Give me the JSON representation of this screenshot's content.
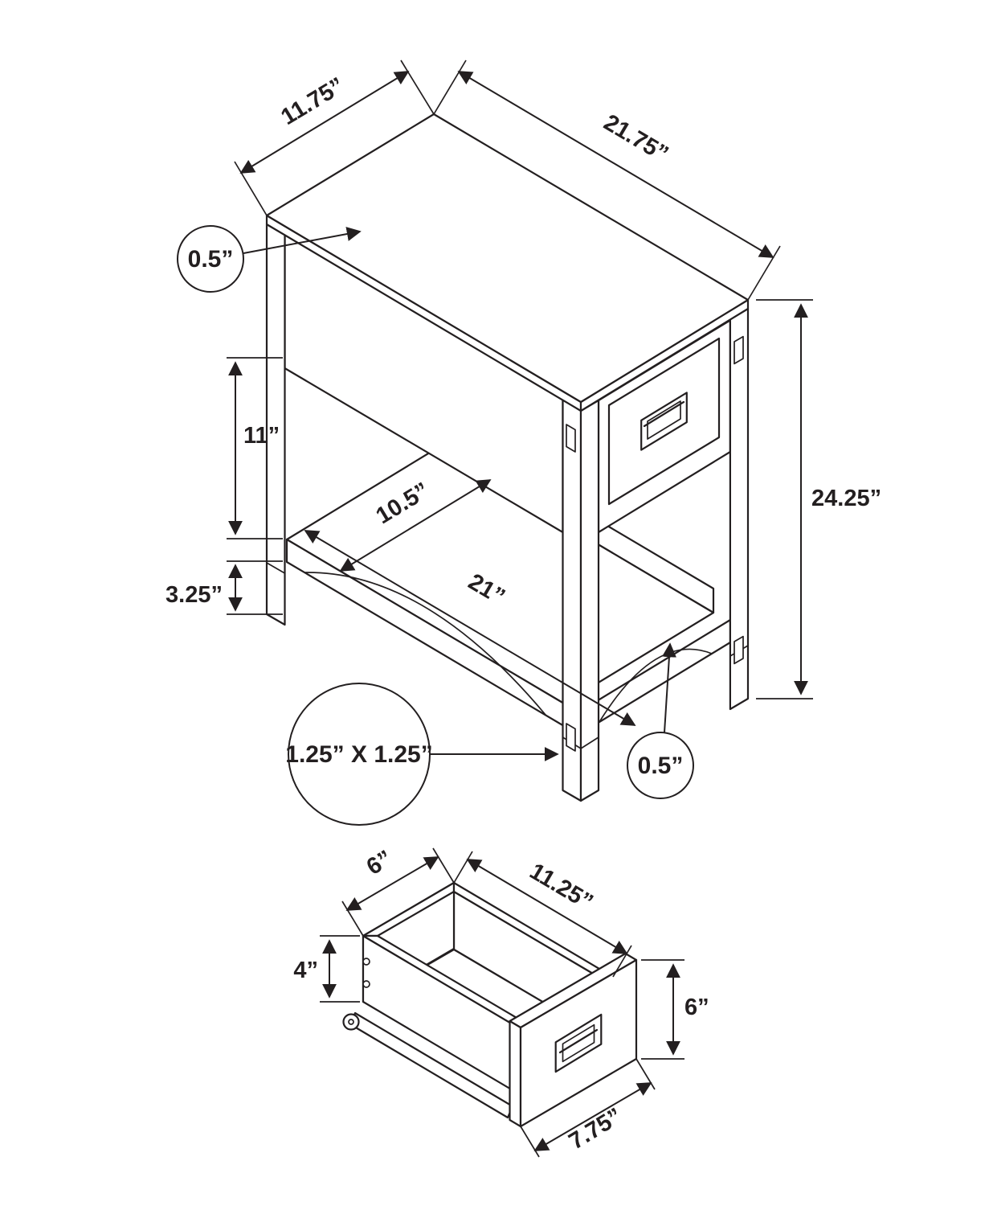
{
  "figure": {
    "type": "technical line drawing",
    "subject": "accent side table with drawer and lower shelf, plus detached drawer detail",
    "units": "inches"
  },
  "dimensions": {
    "table": {
      "depth": "11.75”",
      "length": "21.75”",
      "top_thickness": "0.5”",
      "drawer_box_to_shelf": "11”",
      "foot_height": "3.25”",
      "overall_height": "24.25”",
      "shelf_depth": "10.5”",
      "shelf_length": "21”",
      "leg_post": "1.25” X 1.25”",
      "shelf_thickness": "0.5”"
    },
    "drawer": {
      "back_width": "6”",
      "side_length": "11.25”",
      "side_height": "4”",
      "front_height": "6”",
      "front_width": "7.75”"
    }
  }
}
